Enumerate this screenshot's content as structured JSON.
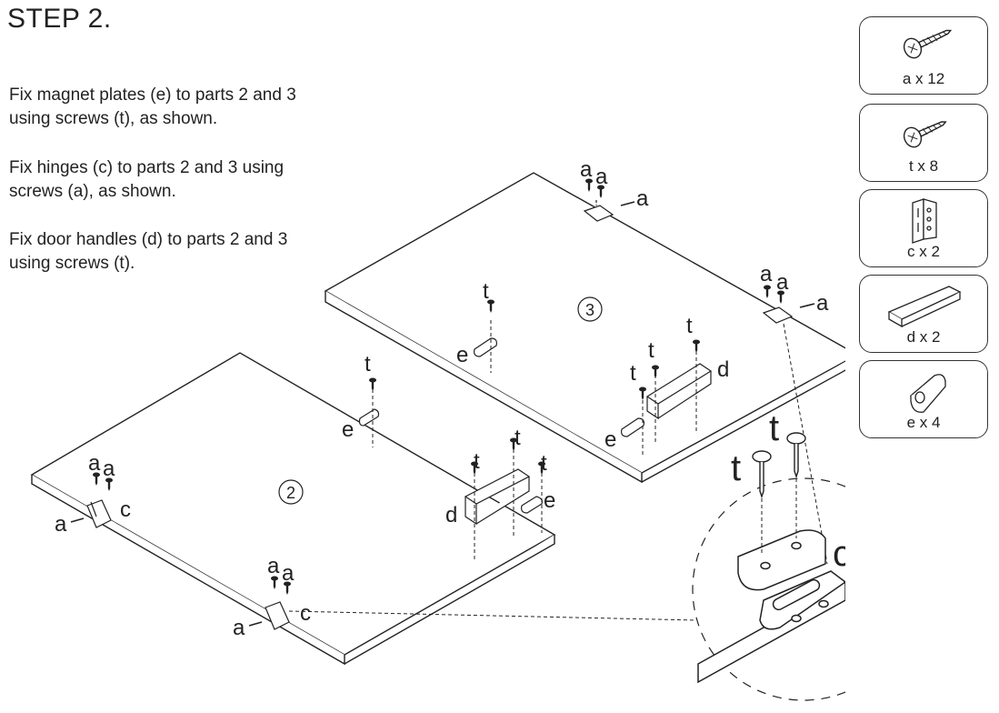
{
  "title": "STEP 2.",
  "instructions": [
    {
      "line1": "Fix magnet plates (e) to parts 2 and 3",
      "line2": "using screws (t), as shown."
    },
    {
      "line1": "Fix hinges (c) to parts 2 and 3 using",
      "line2": "screws (a), as shown."
    },
    {
      "line1": "Fix door handles (d) to parts 2 and 3",
      "line2": "using screws (t)."
    }
  ],
  "parts": [
    {
      "label": "a x 12",
      "icon": "screw-icon"
    },
    {
      "label": "t x 8",
      "icon": "screw-icon"
    },
    {
      "label": "c x 2",
      "icon": "hinge-icon"
    },
    {
      "label": "d x 2",
      "icon": "handle-icon"
    },
    {
      "label": "e x 4",
      "icon": "magnet-plate-icon"
    }
  ],
  "diagram": {
    "panel2": "2",
    "panel3": "3",
    "letters": {
      "a": "a",
      "t": "t",
      "c": "c",
      "d": "d",
      "e": "e"
    }
  }
}
